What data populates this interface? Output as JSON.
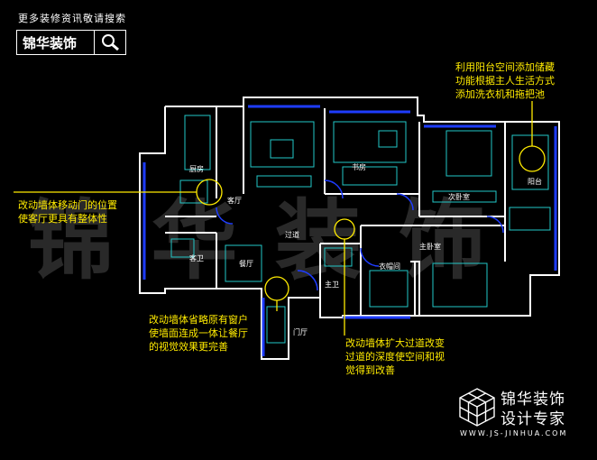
{
  "header": {
    "tagline": "更多装修资讯敬请搜索",
    "search_brand": "锦华装饰"
  },
  "watermark": {
    "text": "锦 华 装 饰"
  },
  "annotations": [
    {
      "lines": [
        "利用阳台空间添加储藏",
        "功能根据主人生活方式",
        "添加洗衣机和拖把池"
      ]
    },
    {
      "lines": [
        "改动墙体移动门的位置",
        "使客厅更具有整体性"
      ]
    },
    {
      "lines": [
        "改动墙体省略原有窗户",
        "使墙面连成一体让餐厅",
        "的视觉效果更完善"
      ]
    },
    {
      "lines": [
        "改动墙体扩大过道改变",
        "过道的深度使空间和视",
        "觉得到改善"
      ]
    }
  ],
  "rooms": {
    "kitchen": "厨房",
    "living": "客厅",
    "study": "书房",
    "second_bedroom": "次卧室",
    "balcony": "阳台",
    "corridor": "过道",
    "guest_bath": "客卫",
    "dining": "餐厅",
    "master_bedroom": "主卧室",
    "dressing": "衣帽间",
    "master_bath": "主卫",
    "entry": "门厅"
  },
  "brand": {
    "name": "锦华装饰",
    "slogan": "设计专家",
    "url": "WWW.JS-JINHUA.COM"
  },
  "colors": {
    "background": "#000000",
    "annotation": "#ffeb00",
    "window": "#1e3cff",
    "furniture": "#22c8c8",
    "wall": "#ffffff"
  }
}
